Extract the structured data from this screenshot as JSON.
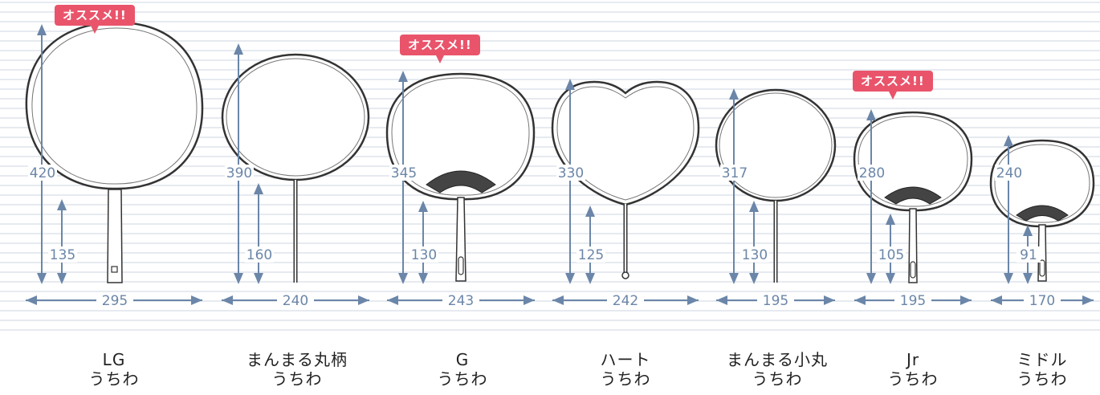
{
  "badge_label": "オススメ!!",
  "colors": {
    "dimension": "#6b86a8",
    "badge": "#e9546b",
    "guide_line": "#cdd6e2"
  },
  "fans": [
    {
      "id": "lg",
      "height": "420",
      "handle": "135",
      "width": "295",
      "name": "LG",
      "sub": "うちわ",
      "recommended": true
    },
    {
      "id": "manmaru-marue",
      "height": "390",
      "handle": "160",
      "width": "240",
      "name": "まんまる丸柄",
      "sub": "うちわ",
      "recommended": false
    },
    {
      "id": "g",
      "height": "345",
      "handle": "130",
      "width": "243",
      "name": "G",
      "sub": "うちわ",
      "recommended": true
    },
    {
      "id": "heart",
      "height": "330",
      "handle": "125",
      "width": "242",
      "name": "ハート",
      "sub": "うちわ",
      "recommended": false
    },
    {
      "id": "manmaru-komaru",
      "height": "317",
      "handle": "130",
      "width": "195",
      "name": "まんまる小丸",
      "sub": "うちわ",
      "recommended": false
    },
    {
      "id": "jr",
      "height": "280",
      "handle": "105",
      "width": "195",
      "name": "Jr",
      "sub": "うちわ",
      "recommended": true
    },
    {
      "id": "middle",
      "height": "240",
      "handle": "91",
      "width": "170",
      "name": "ミドル",
      "sub": "うちわ",
      "recommended": false
    }
  ]
}
